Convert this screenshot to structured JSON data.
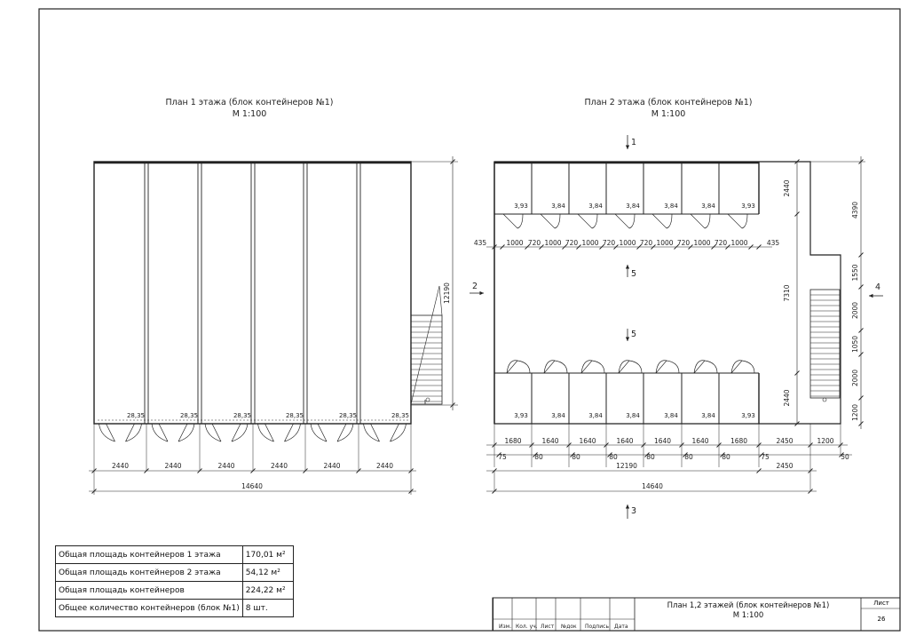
{
  "plan1": {
    "title": "План 1 этажа (блок контейнеров №1)",
    "scale": "М 1:100",
    "area_label": "28,35",
    "container_width": "2440",
    "total_width": "14640",
    "depth": "12190"
  },
  "plan2": {
    "title": "План 2 этажа (блок контейнеров №1)",
    "scale": "М 1:100",
    "top_areas": [
      "3,93",
      "3,84",
      "3,84",
      "3,84",
      "3,84",
      "3,84",
      "3,93"
    ],
    "bottom_areas": [
      "3,93",
      "3,84",
      "3,84",
      "3,84",
      "3,84",
      "3,84",
      "3,93"
    ],
    "door_dims": [
      "435",
      "1000",
      "720",
      "1000",
      "720",
      "1000",
      "720",
      "1000",
      "720",
      "1000",
      "720",
      "1000",
      "720",
      "1000",
      "435"
    ],
    "room_widths": [
      "1680",
      "1640",
      "1640",
      "1640",
      "1640",
      "1640",
      "1680"
    ],
    "right_widths": [
      "2450",
      "1200"
    ],
    "offsets": [
      "75",
      "80",
      "80",
      "80",
      "80",
      "80",
      "80",
      "75",
      "50"
    ],
    "total_12190": "12190",
    "second_2450": "2450",
    "total_14640": "14640",
    "left_vertical": [
      "2440",
      "7310",
      "2440"
    ],
    "right_vertical": [
      "4390",
      "1550",
      "2000",
      "1050",
      "2000",
      "1200"
    ],
    "section_marks": [
      "1",
      "2",
      "3",
      "4",
      "5",
      "5"
    ]
  },
  "summary_table": [
    {
      "label": "Общая площадь контейнеров 1 этажа",
      "value": "170,01 м²"
    },
    {
      "label": "Общая площадь контейнеров 2 этажа",
      "value": "54,12 м²"
    },
    {
      "label": "Общая площадь контейнеров",
      "value": "224,22 м²"
    },
    {
      "label": "Общее количество контейнеров  (блок №1)",
      "value": "8 шт."
    }
  ],
  "stamp": {
    "headers": [
      "Изм.",
      "Кол. уч.",
      "Лист",
      "№док",
      "Подпись",
      "Дата"
    ],
    "name_line1": "План 1,2 этажей (блок контейнеров №1)",
    "name_line2": "М 1:100",
    "sheet_label": "Лист",
    "sheet_number": "26"
  }
}
